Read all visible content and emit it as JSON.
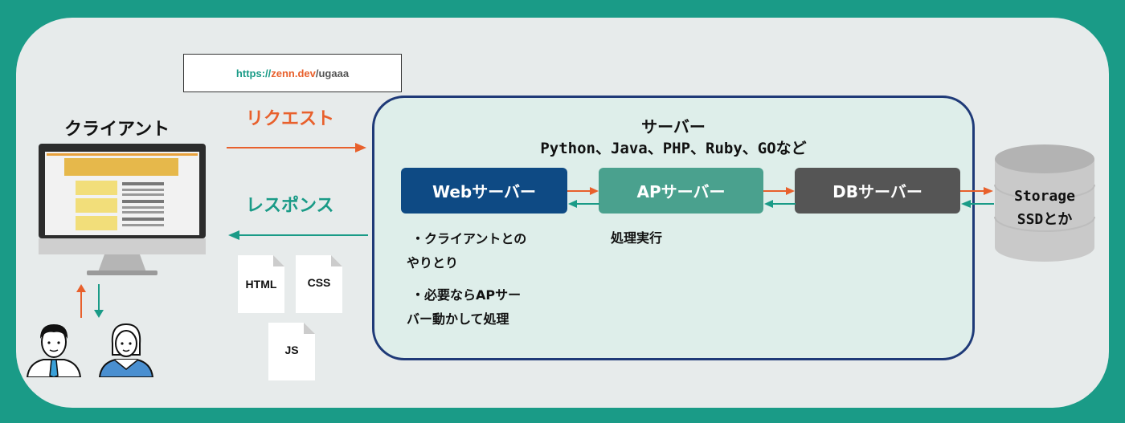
{
  "url": {
    "scheme": "https://",
    "domain": "zenn.dev",
    "path": "/ugaaa"
  },
  "client": {
    "title": "クライアント"
  },
  "request": {
    "label": "リクエスト"
  },
  "response": {
    "label": "レスポンス"
  },
  "server": {
    "title": "サーバー",
    "languages": "Python、Java、PHP、Ruby、GOなど"
  },
  "boxes": {
    "web": "Webサーバー",
    "ap": "APサーバー",
    "db": "DBサーバー"
  },
  "notes": {
    "web": [
      "・クライアントとの",
      "やりとり",
      "・必要ならAPサー",
      "バー動かして処理"
    ],
    "ap": "処理実行"
  },
  "files": [
    "HTML",
    "CSS",
    "JS"
  ],
  "storage": [
    "Storage",
    "SSDとか"
  ],
  "colors": {
    "teal": "#1a9b87",
    "orange": "#e8602c",
    "navy": "#0e4a84",
    "ap_green": "#4aa18e",
    "db_gray": "#555555",
    "server_border": "#1f3a78"
  },
  "icons": [
    "monitor-icon",
    "users-icon",
    "document-icon",
    "database-icon",
    "arrow-icon"
  ]
}
